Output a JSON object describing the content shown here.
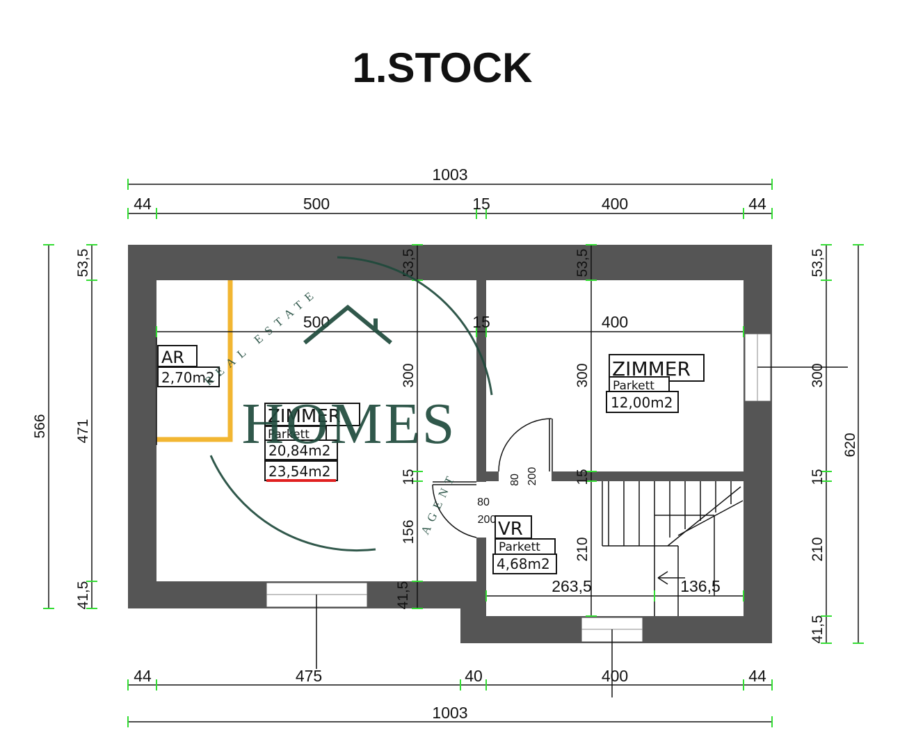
{
  "title": "1.STOCK",
  "dims_top": {
    "total": "1003",
    "segments": [
      "44",
      "500",
      "15",
      "400",
      "44"
    ],
    "inner_500": "500",
    "inner_15": "15",
    "inner_400": "400"
  },
  "dims_bottom": {
    "total": "1003",
    "segments": [
      "44",
      "475",
      "40",
      "400",
      "44"
    ]
  },
  "dims_left": {
    "total": "566",
    "segments": [
      "53,5",
      "471",
      "41,5"
    ]
  },
  "dims_right": {
    "total": "620",
    "segments": [
      "53,5",
      "300",
      "15",
      "210",
      "41,5"
    ]
  },
  "dims_inner": {
    "v_a_top": "53,5",
    "v_a_300": "300",
    "v_a_15": "15",
    "v_a_156": "156",
    "v_a_bottom": "41,5",
    "v_b_top": "53,5",
    "v_b_300": "300",
    "v_b_15": "15",
    "v_b_210": "210",
    "h_263": "263,5",
    "h_136": "136,5"
  },
  "doors": {
    "d1_w": "80",
    "d1_h": "200",
    "d2_w": "80",
    "d2_h": "200"
  },
  "rooms": {
    "ar": {
      "name": "AR",
      "area": "2,70m2"
    },
    "zimmer1": {
      "name": "ZIMMER",
      "floor": "Parkett",
      "area": "20,84m2",
      "area2": "23,54m2"
    },
    "zimmer2": {
      "name": "ZIMMER",
      "floor": "Parkett",
      "area": "12,00m2"
    },
    "vr": {
      "name": "VR",
      "floor": "Parkett",
      "area": "4,68m2"
    }
  },
  "watermark": {
    "brand": "HOMES",
    "arc_top": "REAL ESTATE",
    "arc_bottom": "AGENT"
  },
  "colors": {
    "wall": "#555555",
    "dimension_tick": "#33dd33",
    "storage_outline": "#f2b632",
    "watermark": "#1f4a3c",
    "area_underline": "#e02020"
  }
}
